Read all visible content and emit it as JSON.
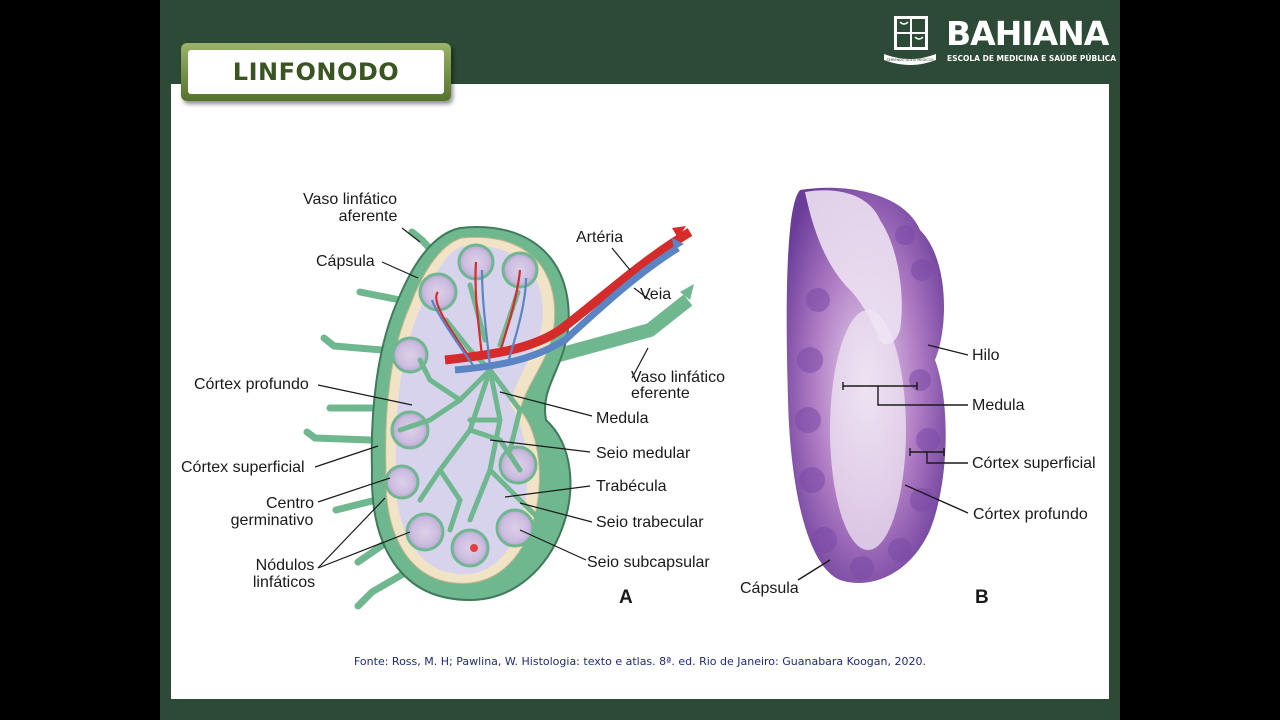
{
  "slide": {
    "title": "LINFONODO",
    "brand": {
      "name": "BAHIANA",
      "subtitle": "ESCOLA DE MEDICINA E SAÚDE PÚBLICA",
      "motto": "SERVINDO ÀGEIS MEDICOS"
    },
    "source": "Fonte: Ross, M. H; Pawlina, W. Histologia: texto e atlas. 8ª. ed. Rio de Janeiro: Guanabara Koogan, 2020."
  },
  "figure_a": {
    "letter": "A",
    "labels": {
      "vaso_aferente_1": "Vaso linfático",
      "vaso_aferente_2": "aferente",
      "capsula": "Cápsula",
      "arteria": "Artéria",
      "veia": "Veia",
      "vaso_eferente_1": "Vaso linfático",
      "vaso_eferente_2": "eferente",
      "cortex_profundo": "Córtex profundo",
      "medula": "Medula",
      "seio_medular": "Seio medular",
      "cortex_superficial": "Córtex superficial",
      "trabecula": "Trabécula",
      "centro_1": "Centro",
      "centro_2": "germinativo",
      "seio_trabecular": "Seio trabecular",
      "nodulos_1": "Nódulos",
      "nodulos_2": "linfáticos",
      "seio_subcapsular": "Seio subcapsular"
    }
  },
  "figure_b": {
    "letter": "B",
    "labels": {
      "hilo": "Hilo",
      "medula": "Medula",
      "cortex_superficial": "Córtex superficial",
      "cortex_profundo": "Córtex profundo",
      "capsula": "Cápsula"
    }
  },
  "colors": {
    "frame": "#2c4a35",
    "title_text": "#3a5522",
    "source_text": "#1f2a7a",
    "artery": "#d62b2b",
    "vein": "#5b84c4",
    "lymph": "#6fb78f"
  }
}
